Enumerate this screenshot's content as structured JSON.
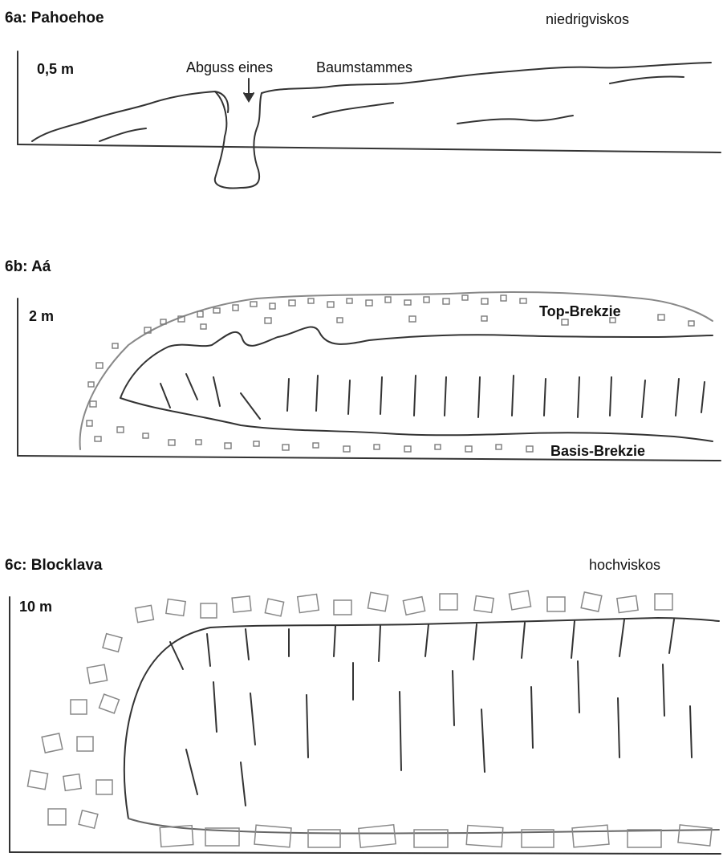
{
  "panel_a": {
    "title": "6a: Pahoehoe",
    "viscosity": "niedrigviskos",
    "scale": "0,5 m",
    "annotation_1": "Abguss eines",
    "annotation_2": "Baumstammes"
  },
  "panel_b": {
    "title": "6b: Aá",
    "scale": "2 m",
    "top_label": "Top-Brekzie",
    "base_label": "Basis-Brekzie"
  },
  "panel_c": {
    "title": "6c: Blocklava",
    "viscosity": "hochviskos",
    "scale": "10 m"
  },
  "colors": {
    "ink": "#222222",
    "sketch": "#555555",
    "rubble": "#7a7a7a"
  }
}
